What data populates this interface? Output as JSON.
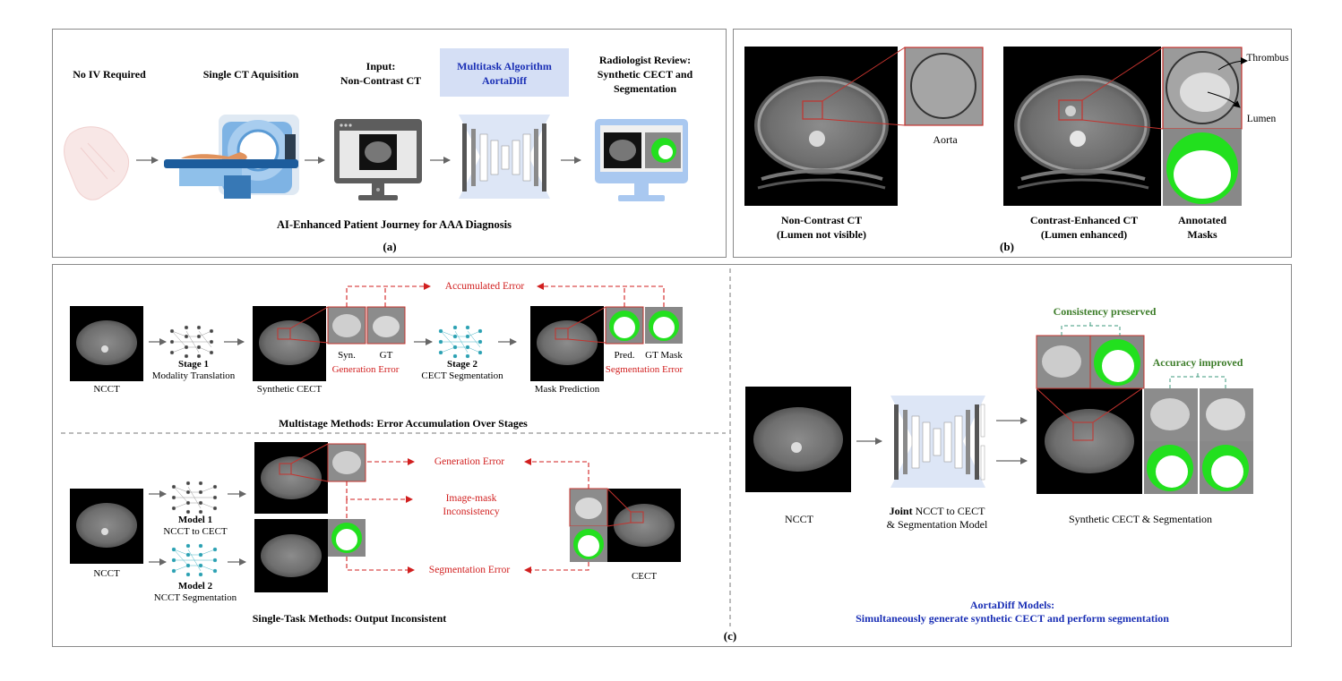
{
  "panel_a": {
    "labels": {
      "no_iv": "No IV Required",
      "single_ct": "Single CT Aquisition",
      "input_line1": "Input:",
      "input_line2": "Non-Contrast CT",
      "algo_line1": "Multitask Algorithm",
      "algo_line2": "AortaDiff",
      "review_line1": "Radiologist Review:",
      "review_line2": "Synthetic CECT  and",
      "review_line3": "Segmentation"
    },
    "caption": "AI-Enhanced Patient Journey for AAA Diagnosis",
    "tag": "(a)"
  },
  "panel_b": {
    "aorta": "Aorta",
    "thrombus": "Thrombus",
    "lumen": "Lumen",
    "nc_line1": "Non-Contrast CT",
    "nc_line2": "(Lumen not visible)",
    "ce_line1": "Contrast-Enhanced CT",
    "ce_line2": "(Lumen enhanced)",
    "mask_line1": "Annotated",
    "mask_line2": "Masks",
    "tag": "(b)"
  },
  "panel_c": {
    "multistage": {
      "accumulated": "Accumulated Error",
      "ncct": "NCCT",
      "stage1": "Stage 1",
      "stage1_sub": "Modality Translation",
      "synthetic_cect": "Synthetic CECT",
      "syn": "Syn.",
      "gt": "GT",
      "gen_error": "Generation Error",
      "stage2": "Stage 2",
      "stage2_sub": "CECT Segmentation",
      "pred": "Pred.",
      "gt_mask": "GT Mask",
      "seg_error": "Segmentation Error",
      "mask_pred": "Mask Prediction",
      "title": "Multistage Methods: Error Accumulation Over Stages"
    },
    "single": {
      "ncct": "NCCT",
      "model1": "Model 1",
      "model1_sub": "NCCT to CECT",
      "model2": "Model 2",
      "model2_sub": "NCCT Segmentation",
      "gen_error": "Generation Error",
      "inconsistency1": "Image-mask",
      "inconsistency2": "Inconsistency",
      "seg_error": "Segmentation Error",
      "cect": "CECT",
      "title": "Single-Task Methods: Output Inconsistent"
    },
    "joint": {
      "consistency": "Consistency preserved",
      "accuracy": "Accuracy improved",
      "ncct": "NCCT",
      "model_bold": "Joint",
      "model_rest": " NCCT to CECT",
      "model_line2": "& Segmentation Model",
      "output": "Synthetic CECT & Segmentation",
      "footer1": "AortaDiff Models:",
      "footer2": "Simultaneously generate synthetic CECT and perform segmentation"
    },
    "tag": "(c)"
  },
  "colors": {
    "red": "#d11f1f",
    "green_mask": "#22e01e",
    "text_green": "#3d7d2a",
    "text_blue": "#1a2fb5",
    "highlight": "#d5dff5"
  }
}
